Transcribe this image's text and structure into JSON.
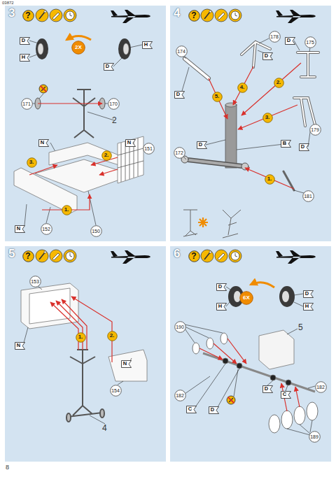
{
  "diagram": {
    "nodes": [
      {
        "text": [
          "3"
        ]
      },
      {
        "text": [
          "?"
        ],
        "in": 0
      },
      {
        "text": [
          "D"
        ],
        "in": 0
      },
      {
        "text": [
          "H"
        ],
        "in": 0
      },
      {
        "text": [
          "2X"
        ],
        "in": 0
      },
      {
        "text": [
          "H"
        ],
        "in": 0
      },
      {
        "text": [
          "D"
        ],
        "in": 0
      },
      {
        "text": [
          "171"
        ],
        "in": 0
      },
      {
        "text": [
          "170"
        ],
        "in": 0
      },
      {
        "text": [
          "N"
        ],
        "in": 0
      },
      {
        "text": [
          "2."
        ],
        "in": 0
      },
      {
        "text": [
          "N"
        ],
        "in": 0
      },
      {
        "text": [
          "151"
        ],
        "in": 0
      },
      {
        "text": [
          "3."
        ],
        "in": 0
      },
      {
        "text": [
          "1."
        ],
        "in": 0
      },
      {
        "text": [
          "N"
        ],
        "in": 0
      },
      {
        "text": [
          "152"
        ],
        "in": 0
      },
      {
        "text": [
          "150"
        ],
        "in": 0
      },
      {
        "text": [
          "4"
        ]
      },
      {
        "text": [
          "?"
        ],
        "in": 18
      },
      {
        "text": [
          "178"
        ],
        "in": 18
      },
      {
        "text": [
          "D"
        ],
        "in": 18
      },
      {
        "text": [
          "175"
        ],
        "in": 18
      },
      {
        "text": [
          "174"
        ],
        "in": 18
      },
      {
        "text": [
          "D"
        ],
        "in": 18
      },
      {
        "text": [
          "2."
        ],
        "in": 18
      },
      {
        "text": [
          "D"
        ],
        "in": 18
      },
      {
        "text": [
          "5."
        ],
        "in": 18
      },
      {
        "text": [
          "4."
        ],
        "in": 18
      },
      {
        "text": [
          "3."
        ],
        "in": 18
      },
      {
        "text": [
          "179"
        ],
        "in": 18
      },
      {
        "text": [
          "B"
        ],
        "in": 18
      },
      {
        "text": [
          "D"
        ],
        "in": 18
      },
      {
        "text": [
          "D"
        ],
        "in": 18
      },
      {
        "text": [
          "172"
        ],
        "in": 18
      },
      {
        "text": [
          "1."
        ],
        "in": 18
      },
      {
        "text": [
          "181"
        ],
        "in": 18
      },
      {
        "text": [
          "5"
        ]
      },
      {
        "text": [
          "?"
        ],
        "in": 37
      },
      {
        "text": [
          "153"
        ],
        "in": 37
      },
      {
        "text": [
          "2."
        ],
        "in": 37
      },
      {
        "text": [
          "N"
        ],
        "in": 37
      },
      {
        "text": [
          "1."
        ],
        "in": 37
      },
      {
        "text": [
          "N"
        ],
        "in": 37
      },
      {
        "text": [
          "154"
        ],
        "in": 37
      },
      {
        "text": [
          "6"
        ]
      },
      {
        "text": [
          "?"
        ],
        "in": 45
      },
      {
        "text": [
          "D"
        ],
        "in": 45
      },
      {
        "text": [
          "6X"
        ],
        "in": 45
      },
      {
        "text": [
          "D"
        ],
        "in": 45
      },
      {
        "text": [
          "H"
        ],
        "in": 45
      },
      {
        "text": [
          "H"
        ],
        "in": 45
      },
      {
        "text": [
          "190"
        ],
        "in": 45
      },
      {
        "text": [
          "D"
        ],
        "in": 45
      },
      {
        "text": [
          "C"
        ],
        "in": 45
      },
      {
        "text": [
          "182"
        ],
        "in": 45
      },
      {
        "text": [
          "182"
        ],
        "in": 45
      },
      {
        "text": [
          "C"
        ],
        "in": 45
      },
      {
        "text": [
          "D"
        ],
        "in": 45
      },
      {
        "text": [
          "189"
        ],
        "in": 45
      }
    ],
    "labels": [
      "03872",
      "8",
      "2",
      "4",
      "5"
    ]
  }
}
